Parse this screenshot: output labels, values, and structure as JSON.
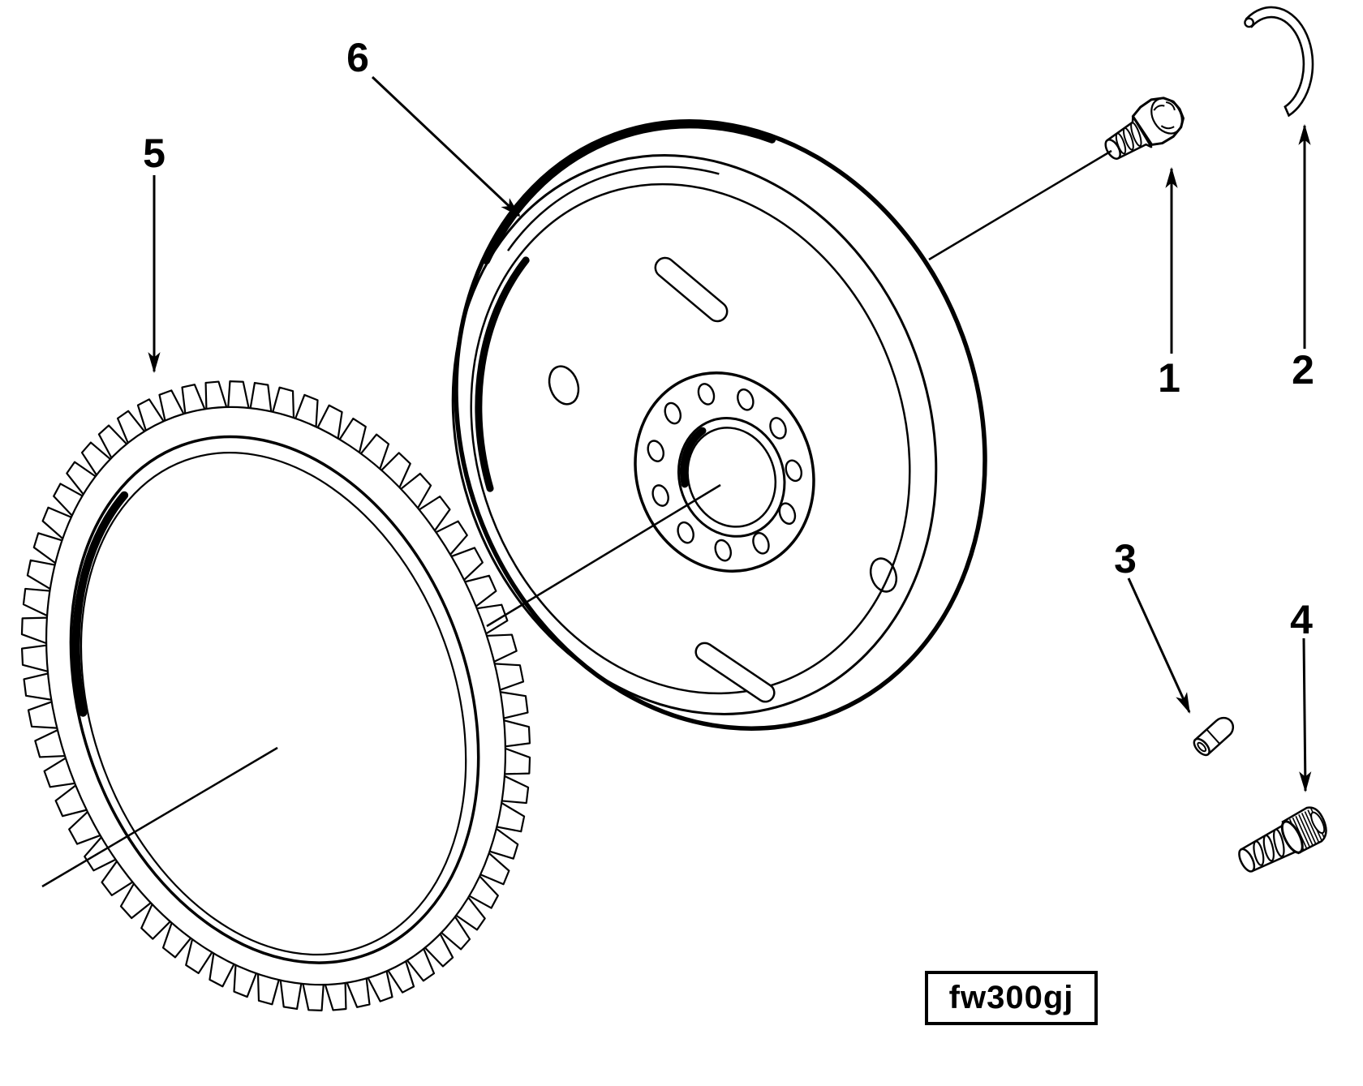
{
  "colors": {
    "ink": "#000000",
    "paper": "#ffffff"
  },
  "figure_label": "fw300gj",
  "callouts": [
    {
      "number": "1"
    },
    {
      "number": "2"
    },
    {
      "number": "3"
    },
    {
      "number": "4"
    },
    {
      "number": "5"
    },
    {
      "number": "6"
    }
  ]
}
